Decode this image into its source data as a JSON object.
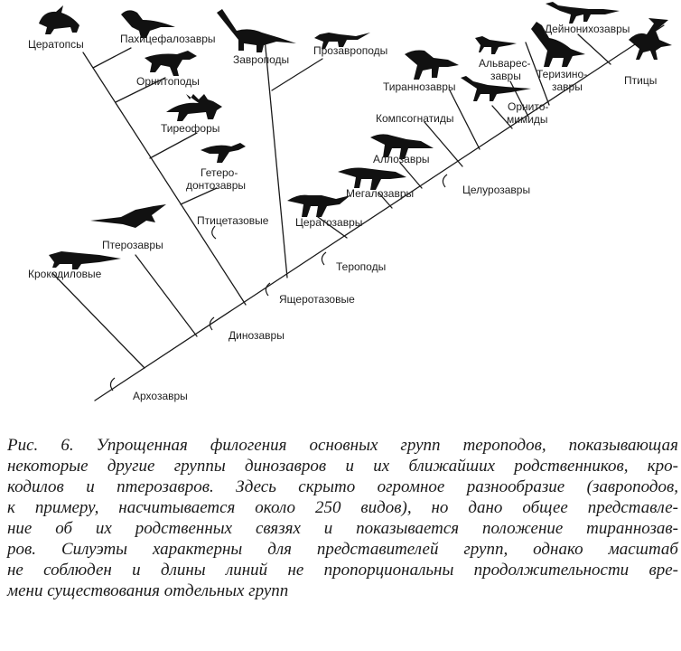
{
  "figure": {
    "taxa": {
      "ceratopsians": "Цератопсы",
      "pachycephalosaurs": "Пахицефалозавры",
      "ornithopods": "Орнитоподы",
      "thyreophorans": "Тиреофоры",
      "heterodontosaurs_1": "Гетеро-",
      "heterodontosaurs_2": "донтозавры",
      "sauropods": "Завроподы",
      "prosauropods": "Прозавроподы",
      "ceratosaurs": "Цератозавры",
      "megalosaurs": "Мегалозавры",
      "allosaurs": "Аллозавры",
      "compsognathids": "Компсогнатиды",
      "tyrannosaurs": "Тираннозавры",
      "alvarezsaurs_1": "Альварес-",
      "alvarezsaurs_2": "завры",
      "ornithomimids_1": "Орнито-",
      "ornithomimids_2": "мимиды",
      "therizinosaurs_1": "Теризино-",
      "therizinosaurs_2": "завры",
      "deinonychosaurs": "Дейнонихозавры",
      "birds": "Птицы",
      "pterosaurs": "Птерозавры",
      "crocodilians": "Крокодиловые"
    },
    "clades": {
      "archosaurs": "Архозавры",
      "dinosaurs": "Динозавры",
      "saurischians": "Ящеротазовые",
      "ornithischians": "Птицетазовые",
      "theropods": "Тероподы",
      "coelurosaurs": "Целурозавры"
    }
  },
  "caption": {
    "lines": [
      "Рис. 6. Упрощенная филогения основных групп тероподов, показывающая",
      "некоторые другие группы динозавров и их ближайших родственников, кро-",
      "кодилов и птерозавров. Здесь скрыто огромное разнообразие (завроподов,",
      "к примеру, насчитывается около 250 видов), но дано общее представле-",
      "ние об их родственных связях и показывается положение тираннозав-",
      "ров. Силуэты характерны для представителей групп, однако масштаб",
      "не соблюден и длины линий не пропорциональны продолжительности вре-",
      "мени существования отдельных групп"
    ]
  }
}
